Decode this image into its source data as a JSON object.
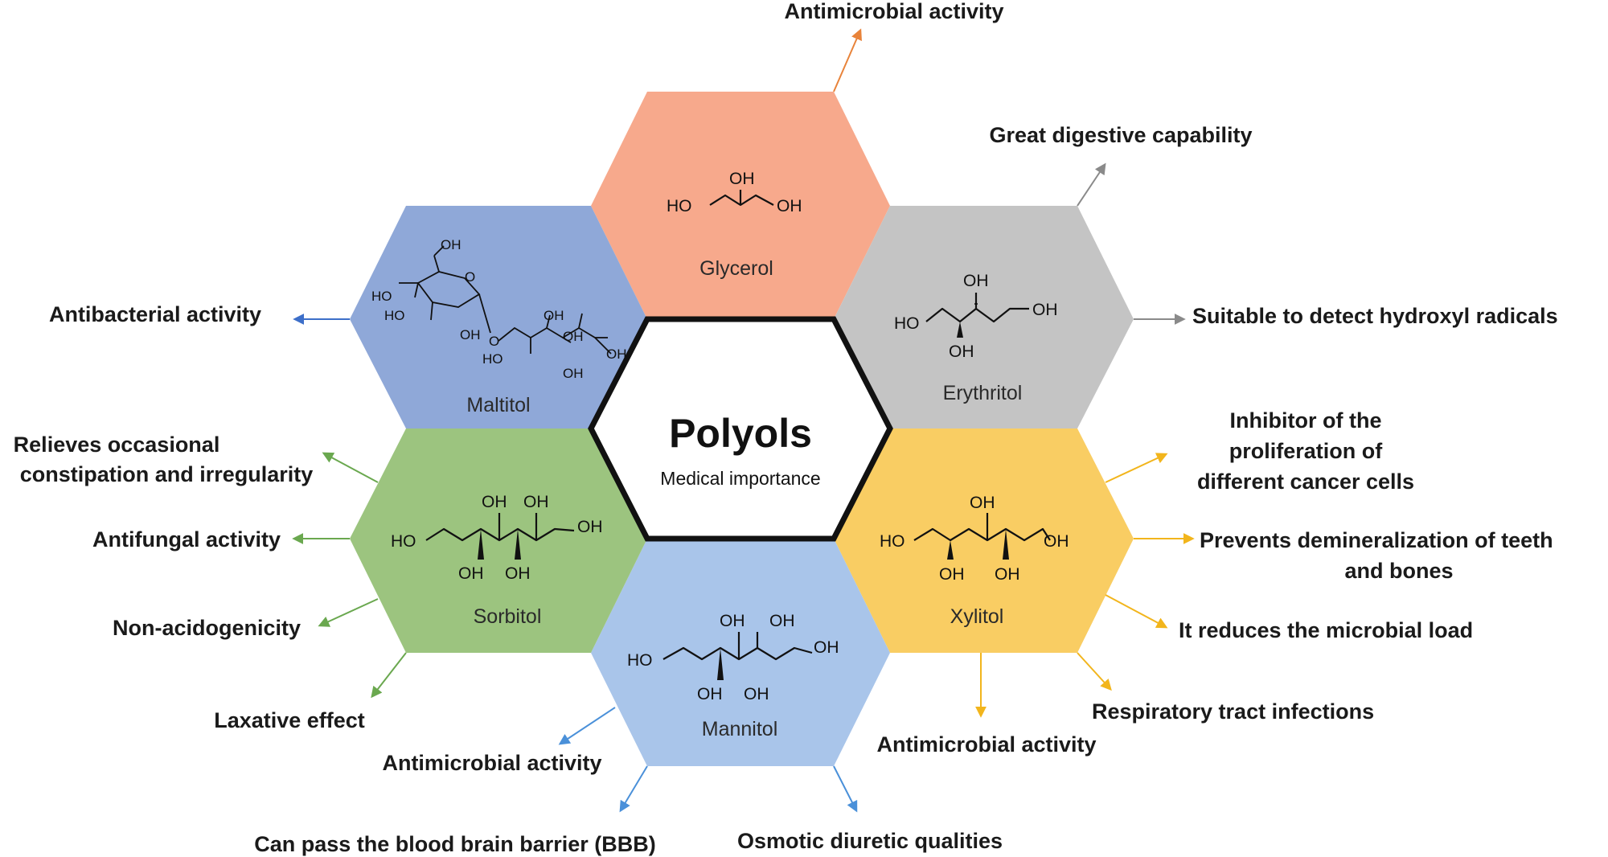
{
  "center": {
    "title": "Polyols",
    "subtitle": "Medical importance"
  },
  "hexagons": {
    "glycerol": {
      "name": "Glycerol",
      "color": "#f7a98c"
    },
    "erythritol": {
      "name": "Erythritol",
      "color": "#c4c4c4"
    },
    "xylitol": {
      "name": "Xylitol",
      "color": "#f9cd63"
    },
    "mannitol": {
      "name": "Mannitol",
      "color": "#a9c5ea"
    },
    "sorbitol": {
      "name": "Sorbitol",
      "color": "#9cc47f"
    },
    "maltitol": {
      "name": "Maltitol",
      "color": "#8fa8d8"
    }
  },
  "atoms": {
    "oh": "OH",
    "ho": "HO",
    "o": "O"
  },
  "labels": {
    "glycerol_1": "Antimicrobial activity",
    "erythritol_1": "Great digestive capability",
    "erythritol_2": "Suitable to detect hydroxyl radicals",
    "xylitol_1_line1": "Inhibitor of the",
    "xylitol_1_line2": "proliferation of",
    "xylitol_1_line3": "different cancer cells",
    "xylitol_2_line1": "Prevents demineralization of teeth",
    "xylitol_2_line2": "and bones",
    "xylitol_3": "It reduces the microbial load",
    "xylitol_4": "Respiratory tract infections",
    "xylitol_5": "Antimicrobial activity",
    "mannitol_1": "Antimicrobial activity",
    "mannitol_2": "Can pass the blood brain barrier (BBB)",
    "mannitol_3": "Osmotic diuretic qualities",
    "sorbitol_1_line1": "Relieves occasional",
    "sorbitol_1_line2": "constipation and irregularity",
    "sorbitol_2": "Antifungal activity",
    "sorbitol_3": "Non-acidogenicity",
    "sorbitol_4": "Laxative effect",
    "maltitol_1": "Antibacterial activity"
  },
  "arrow_colors": {
    "glycerol": "#e8833a",
    "erythritol": "#8a8a8a",
    "xylitol": "#f2b51c",
    "mannitol": "#4a90d9",
    "sorbitol": "#6aa84f",
    "maltitol": "#3d6fc9"
  }
}
